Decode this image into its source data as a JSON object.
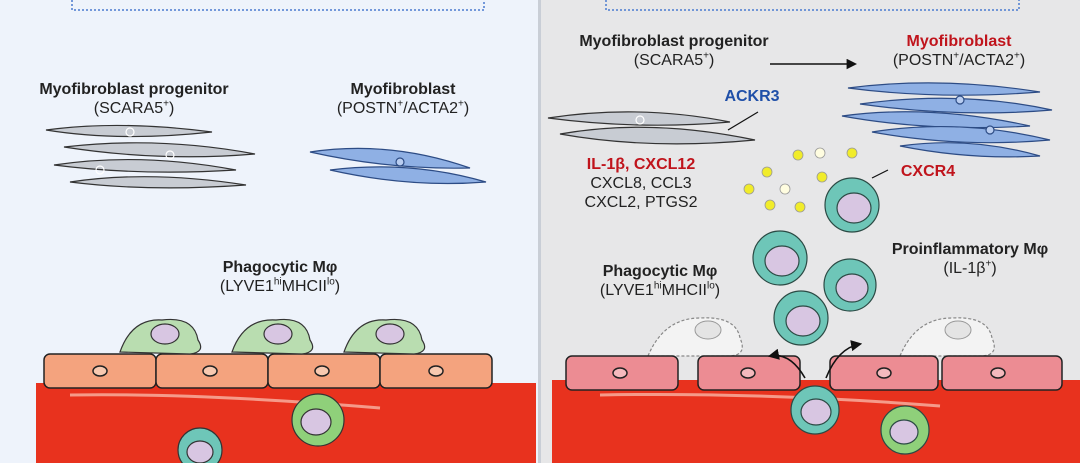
{
  "left": {
    "progenitor": {
      "title": "Myofibroblast progenitor",
      "marker": "SCARA5",
      "sup": "+"
    },
    "myofibroblast": {
      "title": "Myofibroblast",
      "marker": "POSTN",
      "sup": "+",
      "marker2": "/ACTA2",
      "sup2": "+"
    },
    "phagocytic": {
      "title": "Phagocytic Mφ",
      "pre": "(LYVE1",
      "hi": "hi",
      "mid": "MHCII",
      "lo": "lo",
      "post": ")"
    }
  },
  "right": {
    "progenitor": {
      "title": "Myofibroblast progenitor",
      "marker": "SCARA5",
      "sup": "+"
    },
    "myofibroblast": {
      "title": "Myofibroblast",
      "marker": "POSTN",
      "sup": "+",
      "marker2": "/ACTA2",
      "sup2": "+"
    },
    "ackr3": "ACKR3",
    "cytokines": {
      "highlight": "IL-1β, CXCL12",
      "line2": "CXCL8, CCL3",
      "line3": "CXCL2, PTGS2"
    },
    "cxcr4": "CXCR4",
    "proinflammatory": {
      "title": "Proinflammatory Mφ",
      "marker": "(IL-1β",
      "sup": "+",
      "close": ")"
    },
    "phagocytic": {
      "title": "Phagocytic Mφ",
      "pre": "(LYVE1",
      "hi": "hi",
      "mid": "MHCII",
      "lo": "lo",
      "post": ")"
    }
  },
  "colors": {
    "left_bg": "#eef3fb",
    "right_bg": "#e7e7e8",
    "vessel": "#e8321e",
    "endothelium_left": "#f4a37e",
    "endothelium_right": "#ec8c93",
    "macrophage_teal": "#5fbfae",
    "cytoplasm_green": "#9ed49a",
    "nucleus": "#c7b3d6",
    "highlight_red": "#c0141c",
    "highlight_blue": "#1f4fa8",
    "chemokine_yellow": "#f1ec2a"
  }
}
